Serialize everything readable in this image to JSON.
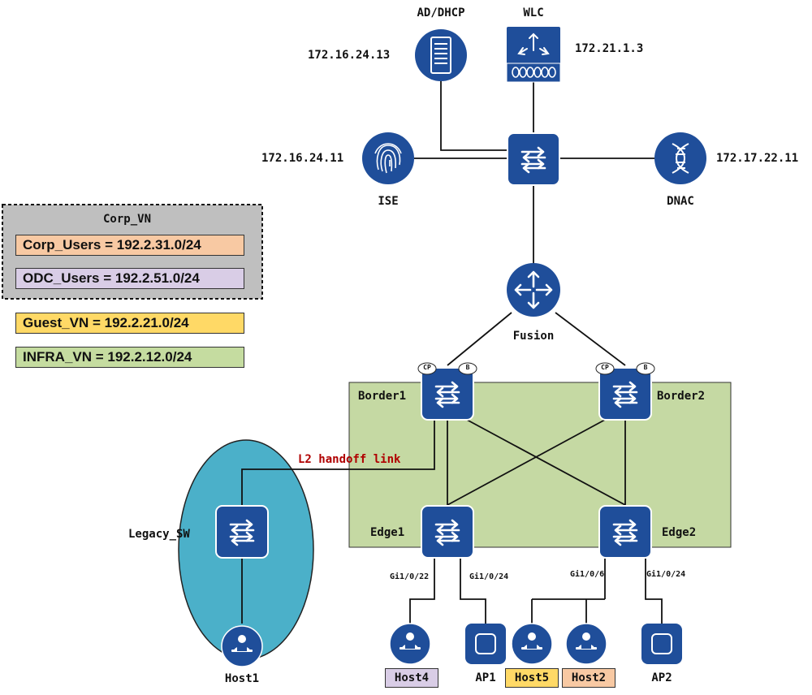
{
  "colors": {
    "device_blue": "#1f4e9a",
    "fabric_green": "#c5d9a3",
    "legacy_teal": "#4bb0c9",
    "corp_gray": "#bfbfbf",
    "corp_users": "#f8c9a3",
    "odc_users": "#d9cde6",
    "guest": "#ffd966",
    "infra": "#c5dca0",
    "handoff_red": "#b00000"
  },
  "devices": {
    "ad_dhcp": {
      "name": "AD/DHCP",
      "ip": "172.16.24.13",
      "icon": "server-icon"
    },
    "wlc": {
      "name": "WLC",
      "ip": "172.21.1.3",
      "icon": "wireless-controller-icon"
    },
    "ise": {
      "name": "ISE",
      "ip": "172.16.24.11",
      "icon": "fingerprint-icon"
    },
    "dnac": {
      "name": "DNAC",
      "ip": "172.17.22.11",
      "icon": "dna-helix-icon"
    },
    "fusion": {
      "name": "Fusion",
      "icon": "router-icon"
    },
    "border1": {
      "name": "Border1",
      "badges": [
        "CP",
        "B"
      ],
      "icon": "switch-icon"
    },
    "border2": {
      "name": "Border2",
      "badges": [
        "CP",
        "B"
      ],
      "icon": "switch-icon"
    },
    "edge1": {
      "name": "Edge1",
      "icon": "switch-icon"
    },
    "edge2": {
      "name": "Edge2",
      "icon": "switch-icon"
    },
    "legacy_sw": {
      "name": "Legacy_SW",
      "icon": "switch-icon"
    }
  },
  "links": {
    "l2_handoff": "L2 handoff link",
    "edge1_port_host4": "Gi1/0/22",
    "edge1_port_ap1": "Gi1/0/24",
    "edge2_port_hosts": "Gi1/0/6",
    "edge2_port_ap2": "Gi1/0/24"
  },
  "endpoints": {
    "host1": "Host1",
    "host4": "Host4",
    "ap1": "AP1",
    "host5": "Host5",
    "host2": "Host2",
    "ap2": "AP2"
  },
  "legend": {
    "corp_vn_title": "Corp_VN",
    "corp_users": "Corp_Users = 192.2.31.0/24",
    "odc_users": "ODC_Users = 192.2.51.0/24",
    "guest_vn": "Guest_VN = 192.2.21.0/24",
    "infra_vn": "INFRA_VN = 192.2.12.0/24"
  }
}
